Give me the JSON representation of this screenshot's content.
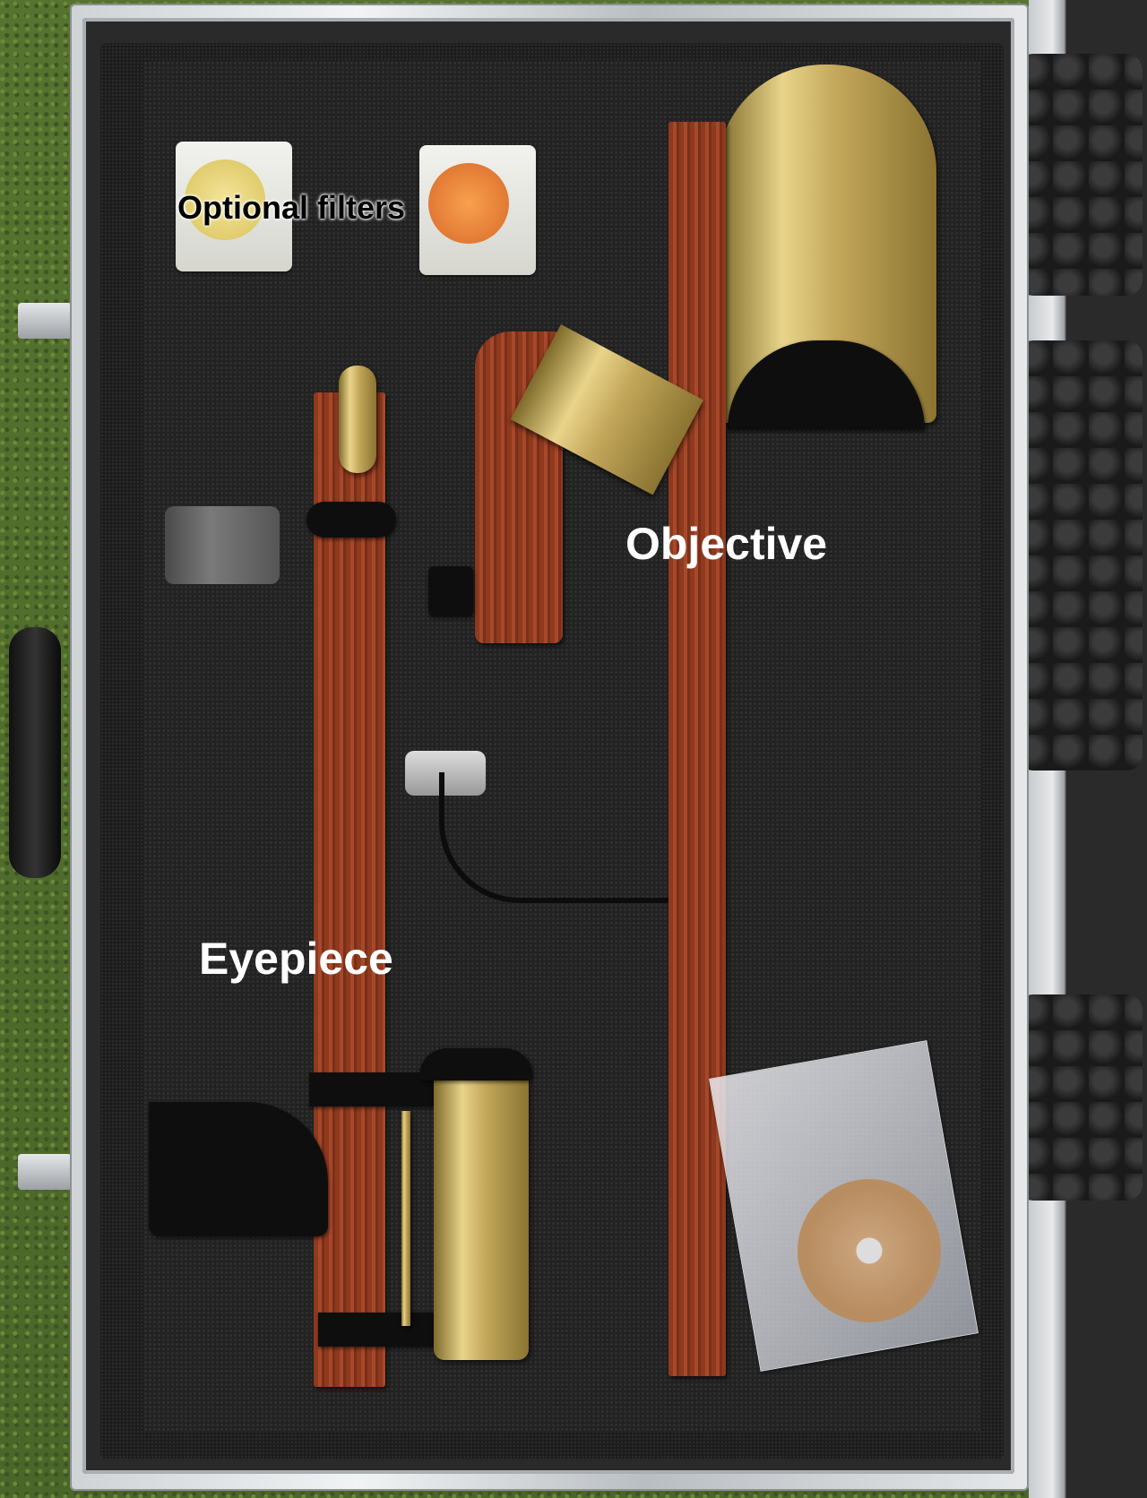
{
  "labels": {
    "filters": "Optional filters",
    "objective": "Objective",
    "eyepiece": "Eyepiece"
  },
  "colors": {
    "wood": "#a8482a",
    "brass": "#c2a65a",
    "foam": "#222222",
    "case_aluminium": "#e6e8ea",
    "label_dark": "#000000",
    "label_light": "#ffffff"
  }
}
